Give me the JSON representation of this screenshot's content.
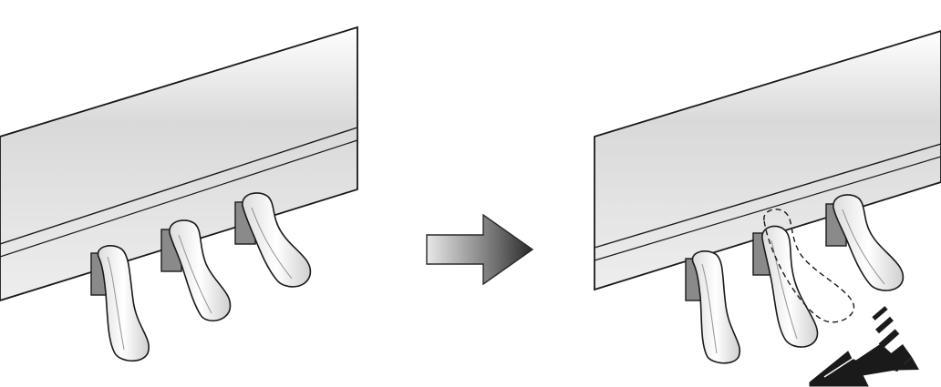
{
  "diagram": {
    "panels": [
      {
        "id": "before",
        "pedal_count": 3,
        "state": "installed"
      },
      {
        "id": "after",
        "pedal_count": 3,
        "state": "middle-pedal-pulled-out"
      }
    ],
    "transition_arrow": {
      "direction": "right",
      "style": "gradient"
    },
    "motion_arrow": {
      "direction": "down-left",
      "style": "striped"
    },
    "colors": {
      "cabinet_top": "#cfcfcf",
      "cabinet_bottom": "#f4f4f4",
      "outline": "#1a1a1a",
      "slot": "#8a8a8a",
      "pedal": "#f2f2f2"
    }
  }
}
